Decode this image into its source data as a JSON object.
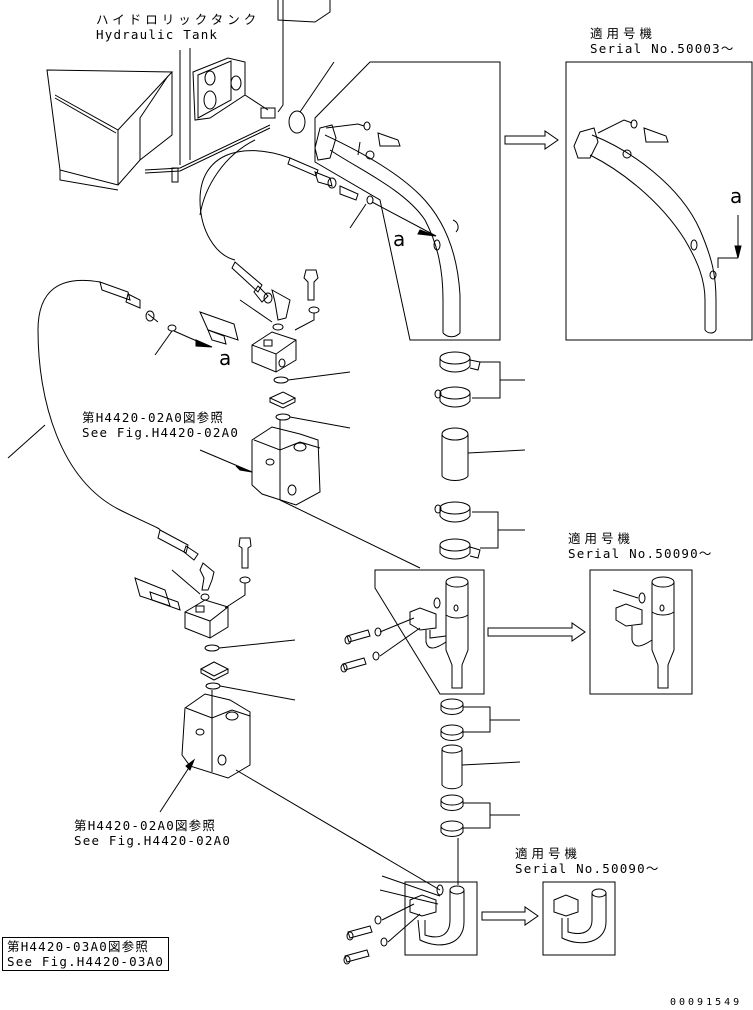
{
  "diagram": {
    "type": "exploded parts diagram",
    "tank_label": {
      "jp": "ハイドロリックタンク",
      "en": "Hydraulic Tank"
    },
    "serial_notes": [
      {
        "jp": "適用号機",
        "en": "Serial No.50003〜"
      },
      {
        "jp": "適用号機",
        "en": "Serial No.50090〜"
      },
      {
        "jp": "適用号機",
        "en": "Serial No.50090〜"
      }
    ],
    "figure_refs": [
      {
        "jp": "第H4420-02A0図参照",
        "en": "See Fig.H4420-02A0"
      },
      {
        "jp": "第H4420-02A0図参照",
        "en": "See Fig.H4420-02A0"
      },
      {
        "jp": "第H4420-03A0図参照",
        "en": "See Fig.H4420-03A0"
      }
    ],
    "callouts": [
      "a",
      "a",
      "a"
    ],
    "document_number": "00091549",
    "line_color": "#000000",
    "background_color": "#ffffff"
  }
}
